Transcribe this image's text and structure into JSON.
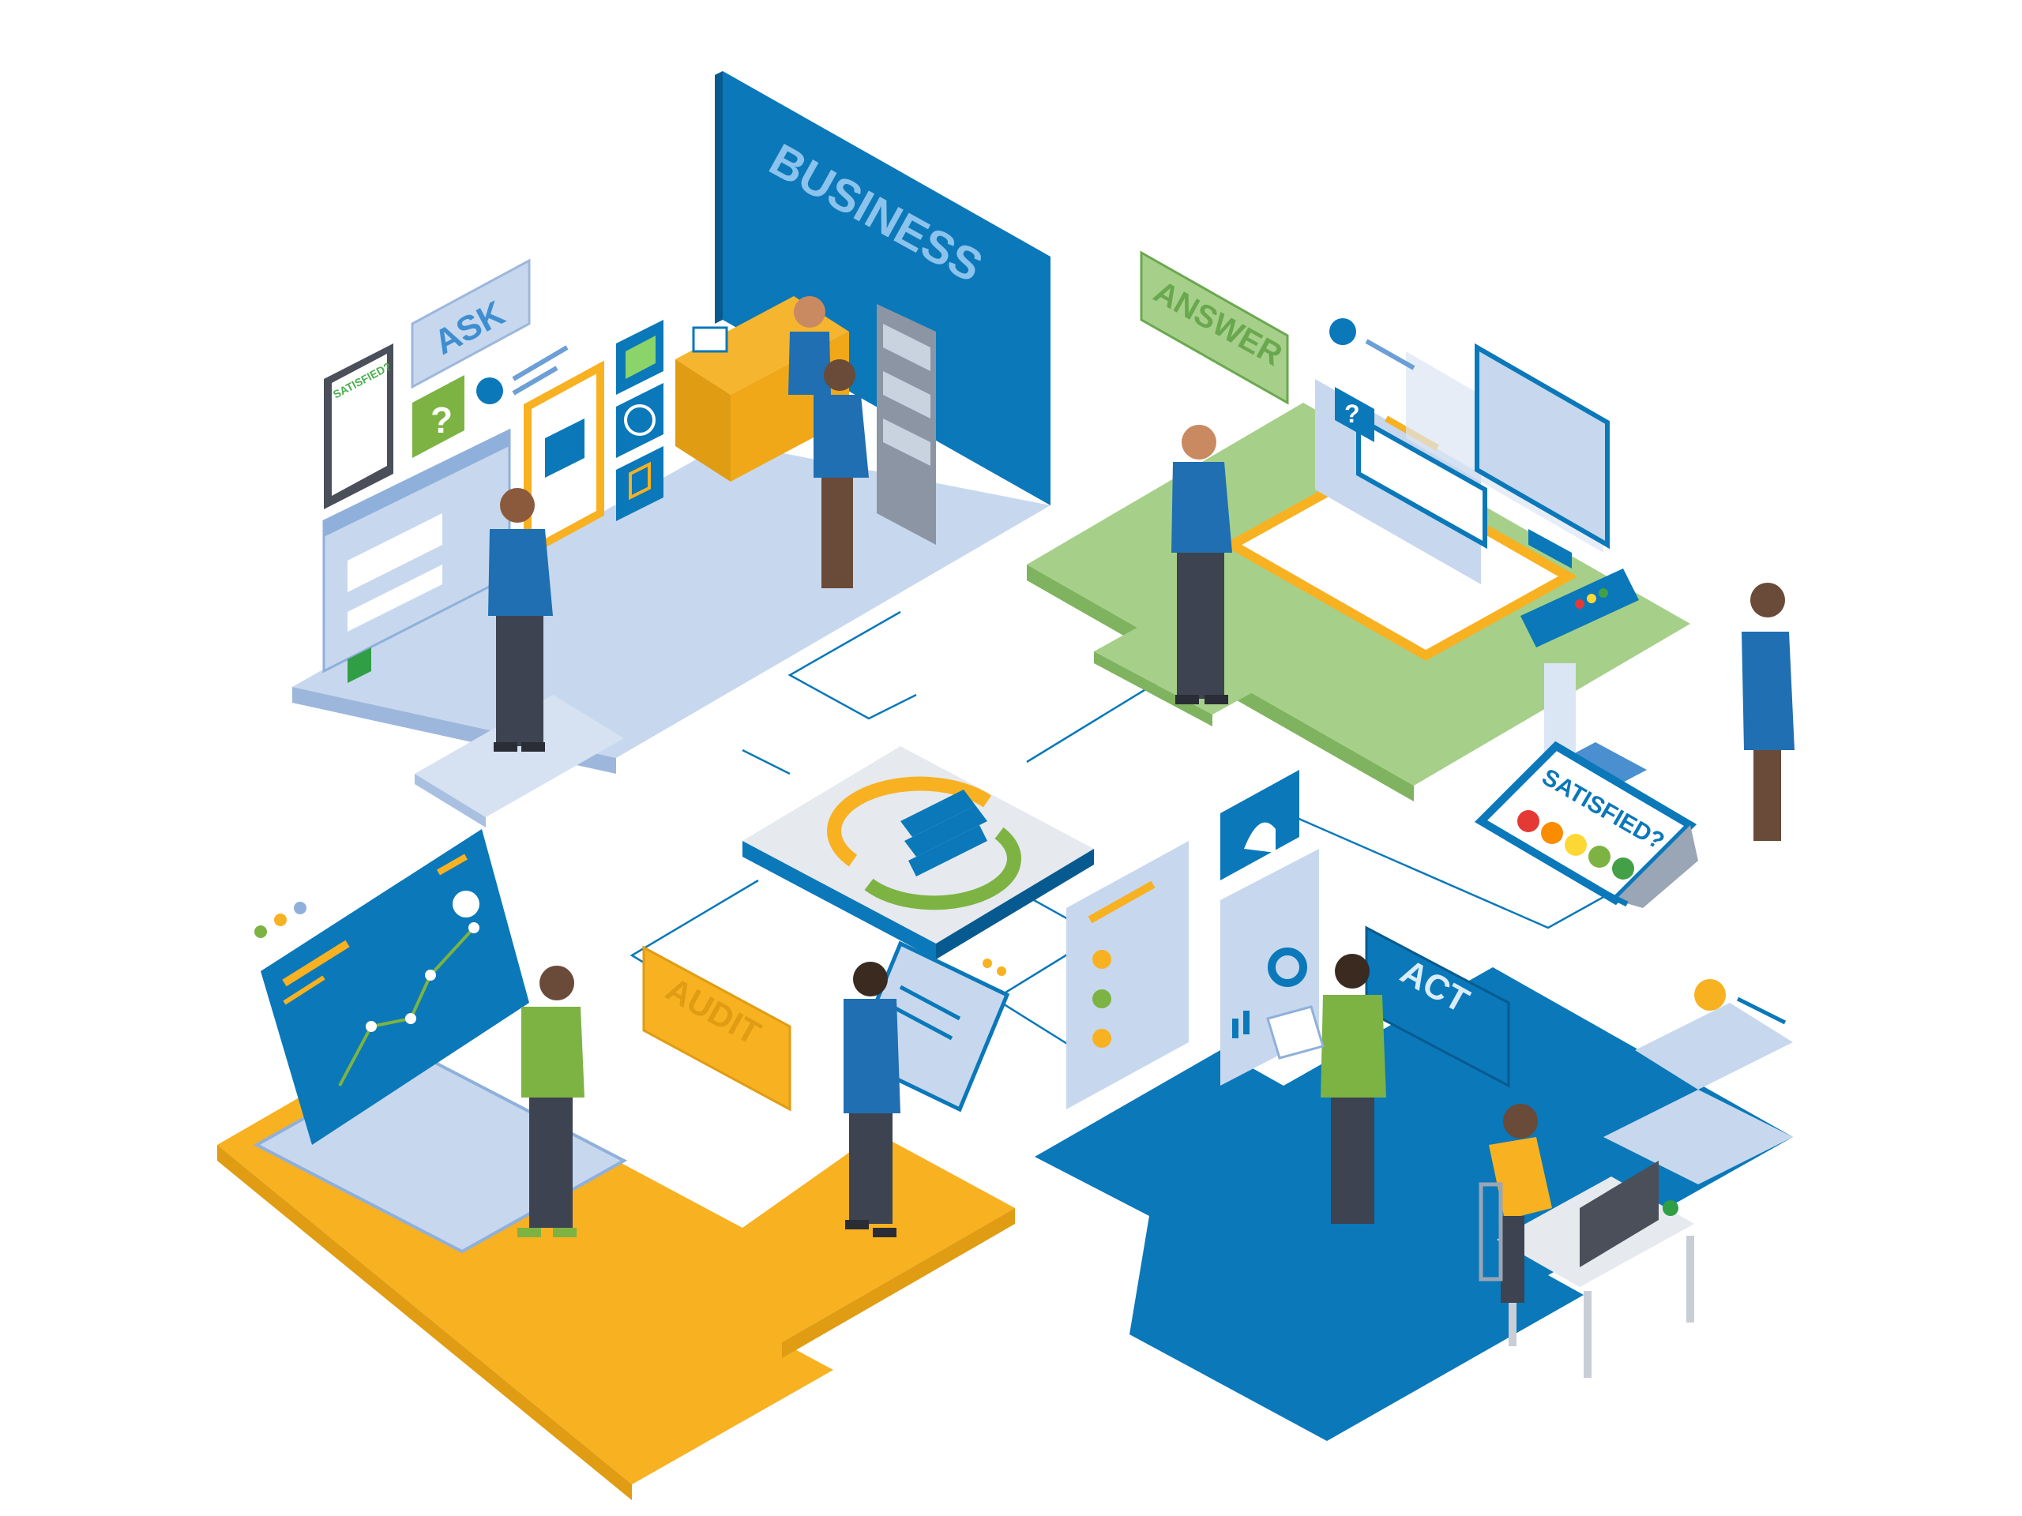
{
  "labels": {
    "business": "BUSINESS",
    "ask": "ASK",
    "answer": "ANSWER",
    "audit": "AUDIT",
    "act": "ACT",
    "satisfied_tablet": "SATISFIED?",
    "satisfied_sign": "SATISFIED?"
  },
  "satisfaction_colors": [
    "#e53935",
    "#fb8c00",
    "#fdd835",
    "#7cb342",
    "#43a047"
  ],
  "colors": {
    "blue": "#0a78b9",
    "dark_blue": "#075a8f",
    "light_blue": "#c7d8ee",
    "green": "#a6d08a",
    "yellow": "#f8b121",
    "gray": "#e6e9ee"
  },
  "icons": [
    "question-mark-icon",
    "globe-icon",
    "qr-code-icon",
    "bell-icon",
    "send-icon",
    "pencil-icon",
    "cycle-logo-icon"
  ]
}
